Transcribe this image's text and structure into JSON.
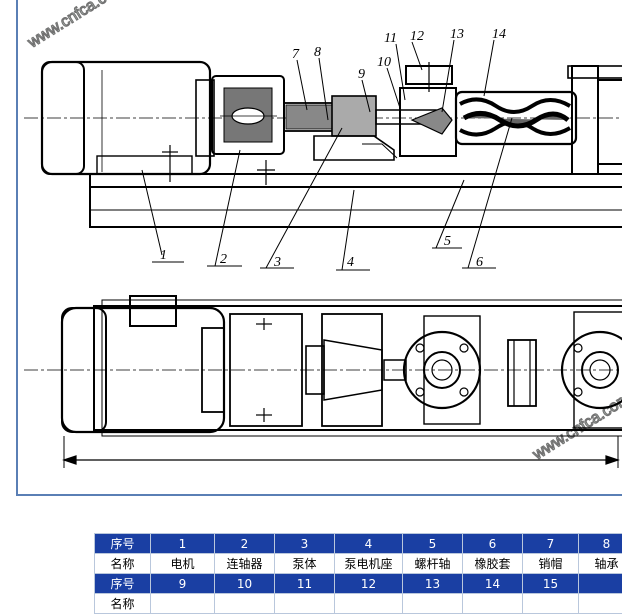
{
  "diagram": {
    "callouts": [
      "1",
      "2",
      "3",
      "4",
      "5",
      "6",
      "7",
      "8",
      "9",
      "10",
      "11",
      "12",
      "13",
      "14"
    ],
    "watermarks": [
      "www.cnfca.com",
      "www.cnfca.com"
    ]
  },
  "parts_table": {
    "rows": [
      {
        "kind": "hdr",
        "cells": [
          "序号",
          "1",
          "2",
          "3",
          "4",
          "5",
          "6",
          "7",
          "8"
        ]
      },
      {
        "kind": "name",
        "cells": [
          "名称",
          "电机",
          "连轴器",
          "泵体",
          "泵电机座",
          "螺杆轴",
          "橡胶套",
          "销帽",
          "轴承"
        ]
      },
      {
        "kind": "hdr",
        "cells": [
          "序号",
          "9",
          "10",
          "11",
          "12",
          "13",
          "14",
          "15",
          ""
        ]
      },
      {
        "kind": "name",
        "cells": [
          "名称",
          "",
          "",
          "",
          "",
          "",
          "",
          "",
          ""
        ]
      }
    ]
  },
  "colors": {
    "frame": "#5a7fb5",
    "table_header": "#1a3fa3",
    "table_border": "#b9c7dc",
    "ink": "#000000"
  }
}
